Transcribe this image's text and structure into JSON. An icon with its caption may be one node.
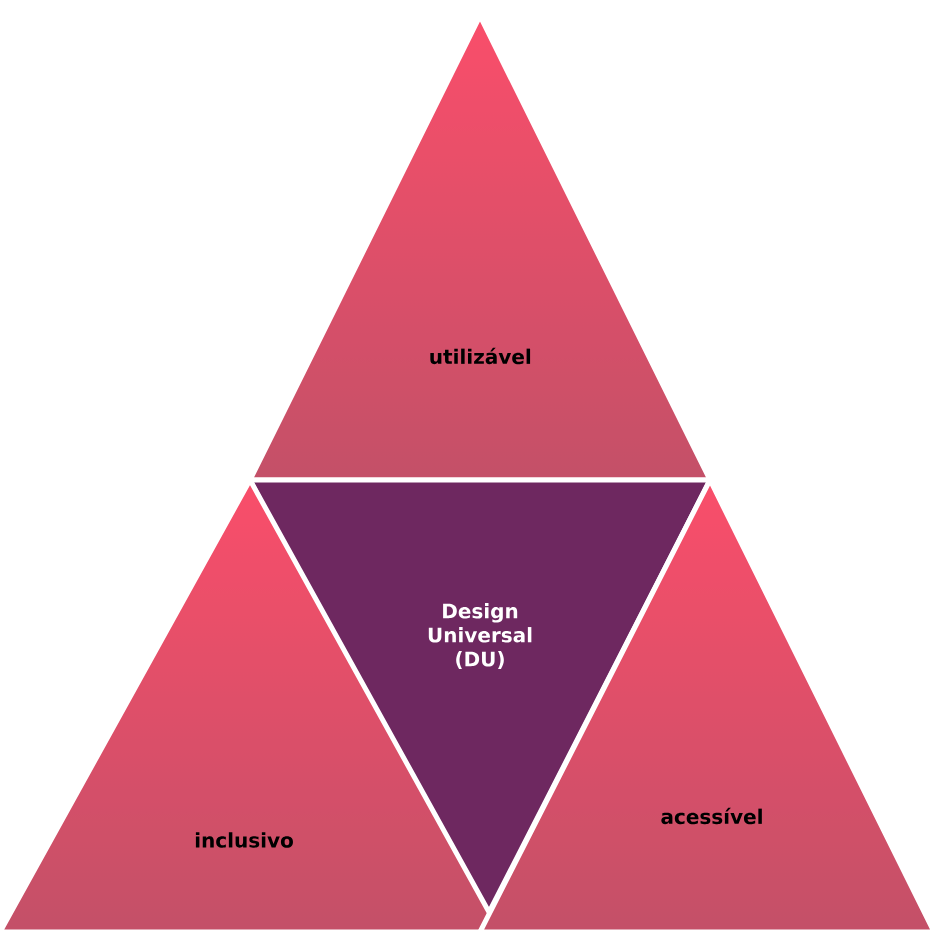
{
  "diagram": {
    "nodes": [
      {
        "text": [
          "utilizável"
        ]
      },
      {
        "text": [
          "Design Universal (DU)"
        ]
      },
      {
        "text": [
          "inclusivo"
        ]
      },
      {
        "text": [
          "acessível"
        ]
      }
    ]
  }
}
